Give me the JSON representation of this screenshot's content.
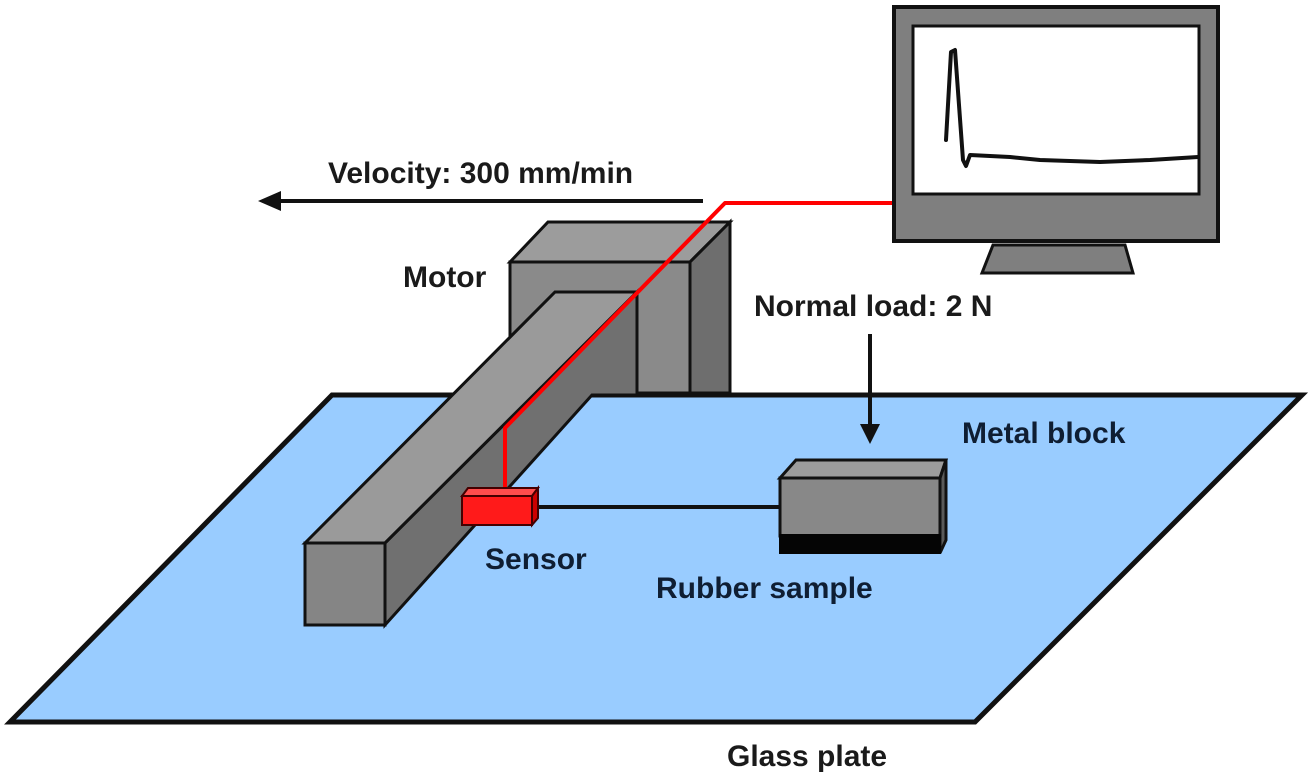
{
  "title": "Friction test setup schematic",
  "labels": {
    "velocity": "Velocity: 300 mm/min",
    "motor": "Motor",
    "normal_load": "Normal load: 2 N",
    "metal_block": "Metal block",
    "sensor": "Sensor",
    "rubber_sample": "Rubber sample",
    "glass_plate": "Glass plate"
  },
  "components": [
    "monitor",
    "motor",
    "beam",
    "sensor",
    "connecting-rod",
    "metal-block",
    "rubber-sample",
    "glass-plate",
    "signal-wire"
  ],
  "colors": {
    "glass_plate": "#99ccff",
    "outline": "#111111",
    "gray_front": "#8a8a8a",
    "gray_top": "#9c9c9c",
    "gray_side": "#6e6e6e",
    "monitor_bezel": "#7f7f7f",
    "sensor_red": "#ff1a1a",
    "wire_red": "#ff0000",
    "rubber_black": "#050505"
  }
}
